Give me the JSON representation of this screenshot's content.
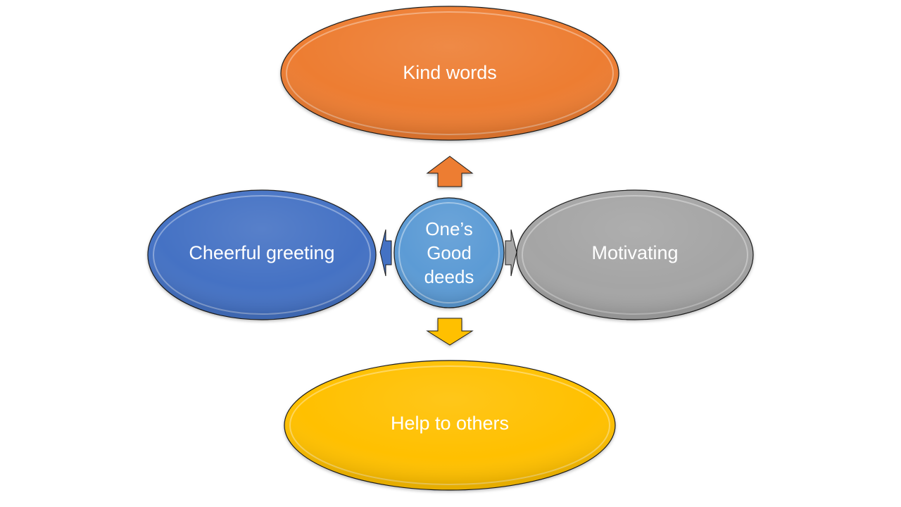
{
  "diagram": {
    "center": {
      "lines": [
        "One’s",
        "Good",
        "deeds"
      ],
      "color": "#5B9BD5"
    },
    "nodes": {
      "top": {
        "label": "Kind words",
        "color": "#ED7D31"
      },
      "left": {
        "label": "Cheerful greeting",
        "color": "#4472C4"
      },
      "right": {
        "label": "Motivating",
        "color": "#A5A5A5"
      },
      "bottom": {
        "label": "Help to others",
        "color": "#FFC000"
      }
    },
    "arrows": {
      "up": {
        "color": "#ED7D31"
      },
      "left": {
        "color": "#4472C4"
      },
      "right": {
        "color": "#A5A5A5"
      },
      "down": {
        "color": "#FFC000"
      }
    },
    "outline_color": "#1A1A1A"
  }
}
